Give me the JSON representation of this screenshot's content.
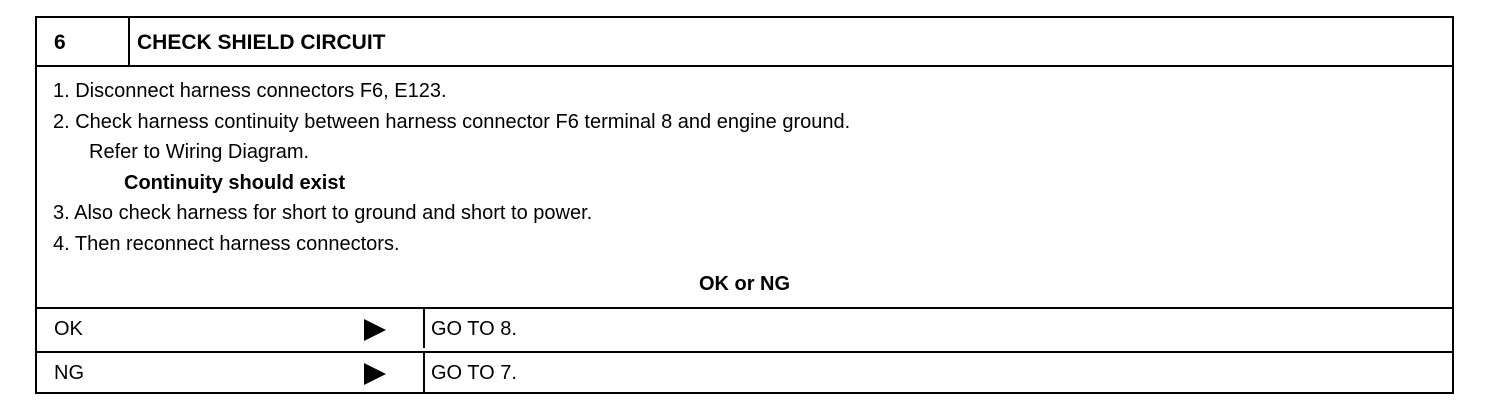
{
  "step": {
    "number": "6",
    "title": "CHECK SHIELD CIRCUIT"
  },
  "instructions": [
    {
      "text": "1.  Disconnect harness connectors F6, E123."
    },
    {
      "text": "2.  Check harness continuity between harness connector F6 terminal 8 and engine ground."
    },
    {
      "text": "Refer to Wiring Diagram."
    },
    {
      "text": "Continuity should exist"
    },
    {
      "text": "3.  Also check harness for short to ground and short to power."
    },
    {
      "text": "4.  Then reconnect harness connectors."
    }
  ],
  "result_prompt": "OK or NG",
  "results": [
    {
      "label": "OK",
      "action": "GO TO 8."
    },
    {
      "label": "NG",
      "action": "GO TO 7."
    }
  ],
  "icons": {
    "arrow": "triangle-right-icon"
  }
}
